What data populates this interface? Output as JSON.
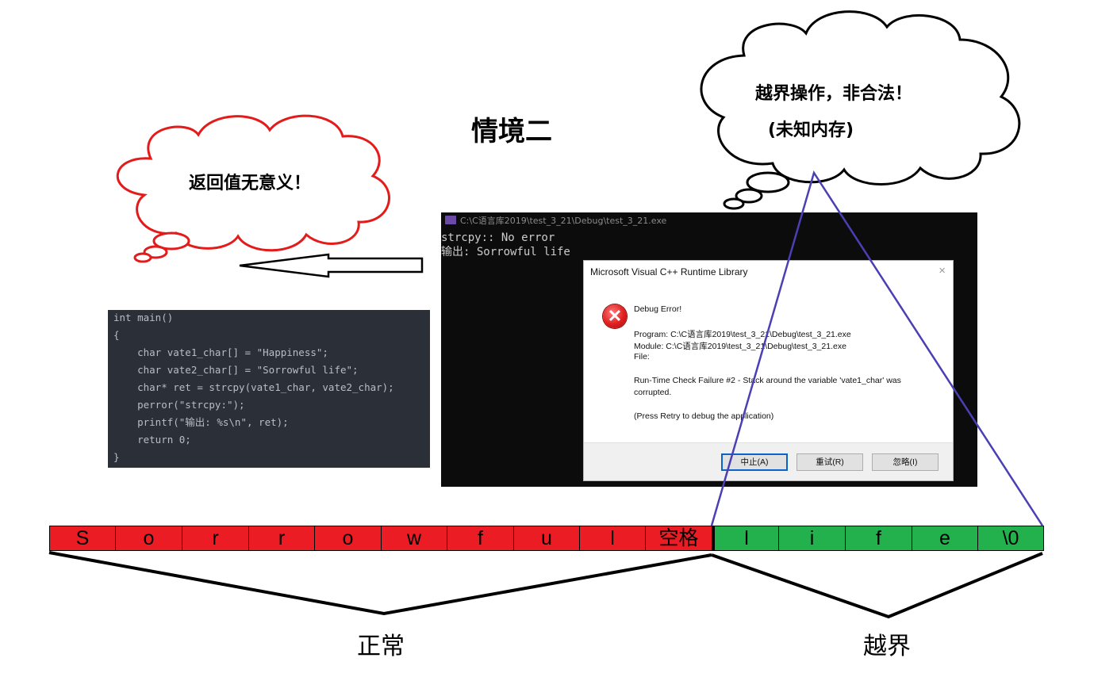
{
  "title": "情境二",
  "cloud_left": {
    "text": "返回值无意义！"
  },
  "cloud_right": {
    "line1": "越界操作，非合法！",
    "line2": "(未知内存)"
  },
  "code_lines": [
    "int main()",
    "{",
    "    char vate1_char[] = \"Happiness\";",
    "    char vate2_char[] = \"Sorrowful life\";",
    "    char* ret = strcpy(vate1_char, vate2_char);",
    "    perror(\"strcpy:\");",
    "    printf(\"输出: %s\\n\", ret);",
    "    return 0;",
    "}"
  ],
  "console": {
    "title": "C:\\C语言库2019\\test_3_21\\Debug\\test_3_21.exe",
    "lines": [
      "strcpy:: No error",
      "输出: Sorrowful life"
    ]
  },
  "dialog": {
    "title": "Microsoft Visual C++ Runtime Library",
    "close": "×",
    "icon": "error-x-icon",
    "icon_glyph": "✕",
    "lines": [
      "Debug Error!",
      "Program: C:\\C语言库2019\\test_3_21\\Debug\\test_3_21.exe",
      "Module: C:\\C语言库2019\\test_3_21\\Debug\\test_3_21.exe",
      "File:",
      "Run-Time Check Failure #2 - Stack around the variable 'vate1_char' was",
      "corrupted.",
      "(Press Retry to debug the application)"
    ],
    "buttons": [
      "中止(A)",
      "重试(R)",
      "忽略(I)"
    ]
  },
  "memory_cells": {
    "normal": [
      "S",
      "o",
      "r",
      "r",
      "o",
      "w",
      "f",
      "u",
      "l",
      "空格"
    ],
    "overflow": [
      "l",
      "i",
      "f",
      "e",
      "\\0"
    ]
  },
  "colors": {
    "normal_cell": "#ec1c24",
    "overflow_cell": "#22b14c",
    "triangle": "#4b3fb4",
    "cloud_left_outline": "#e31b1b",
    "cloud_right_outline": "#000000"
  },
  "labels": {
    "normal": "正常",
    "overflow": "越界"
  }
}
